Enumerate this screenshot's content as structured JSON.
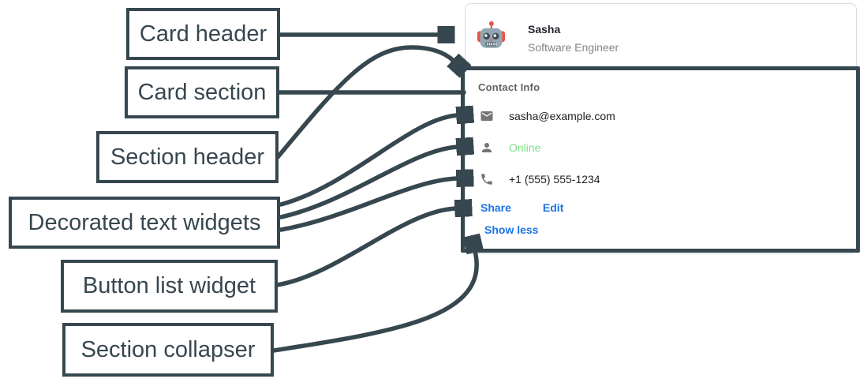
{
  "diagram": {
    "labels": {
      "card_header": "Card header",
      "card_section": "Card section",
      "section_header": "Section header",
      "decorated_text": "Decorated text widgets",
      "button_list": "Button list widget",
      "section_collapser": "Section collapser"
    },
    "annotation_color": "#37474f"
  },
  "card": {
    "header": {
      "name": "Sasha",
      "subtitle": "Software Engineer",
      "avatar": "robot-avatar"
    },
    "section": {
      "title": "Contact Info",
      "widgets": [
        {
          "icon": "email-icon",
          "text": "sasha@example.com",
          "color": "#202124"
        },
        {
          "icon": "person-icon",
          "text": "Online",
          "color": "#81e089"
        },
        {
          "icon": "phone-icon",
          "text": "+1 (555) 555-1234",
          "color": "#202124"
        }
      ],
      "buttons": [
        {
          "label": "Share"
        },
        {
          "label": "Edit"
        }
      ],
      "collapser_label": "Show less"
    },
    "colors": {
      "link_blue": "#1a73e8",
      "online_green": "#81e089",
      "icon_gray": "#757575",
      "card_border": "#dadce0"
    }
  }
}
